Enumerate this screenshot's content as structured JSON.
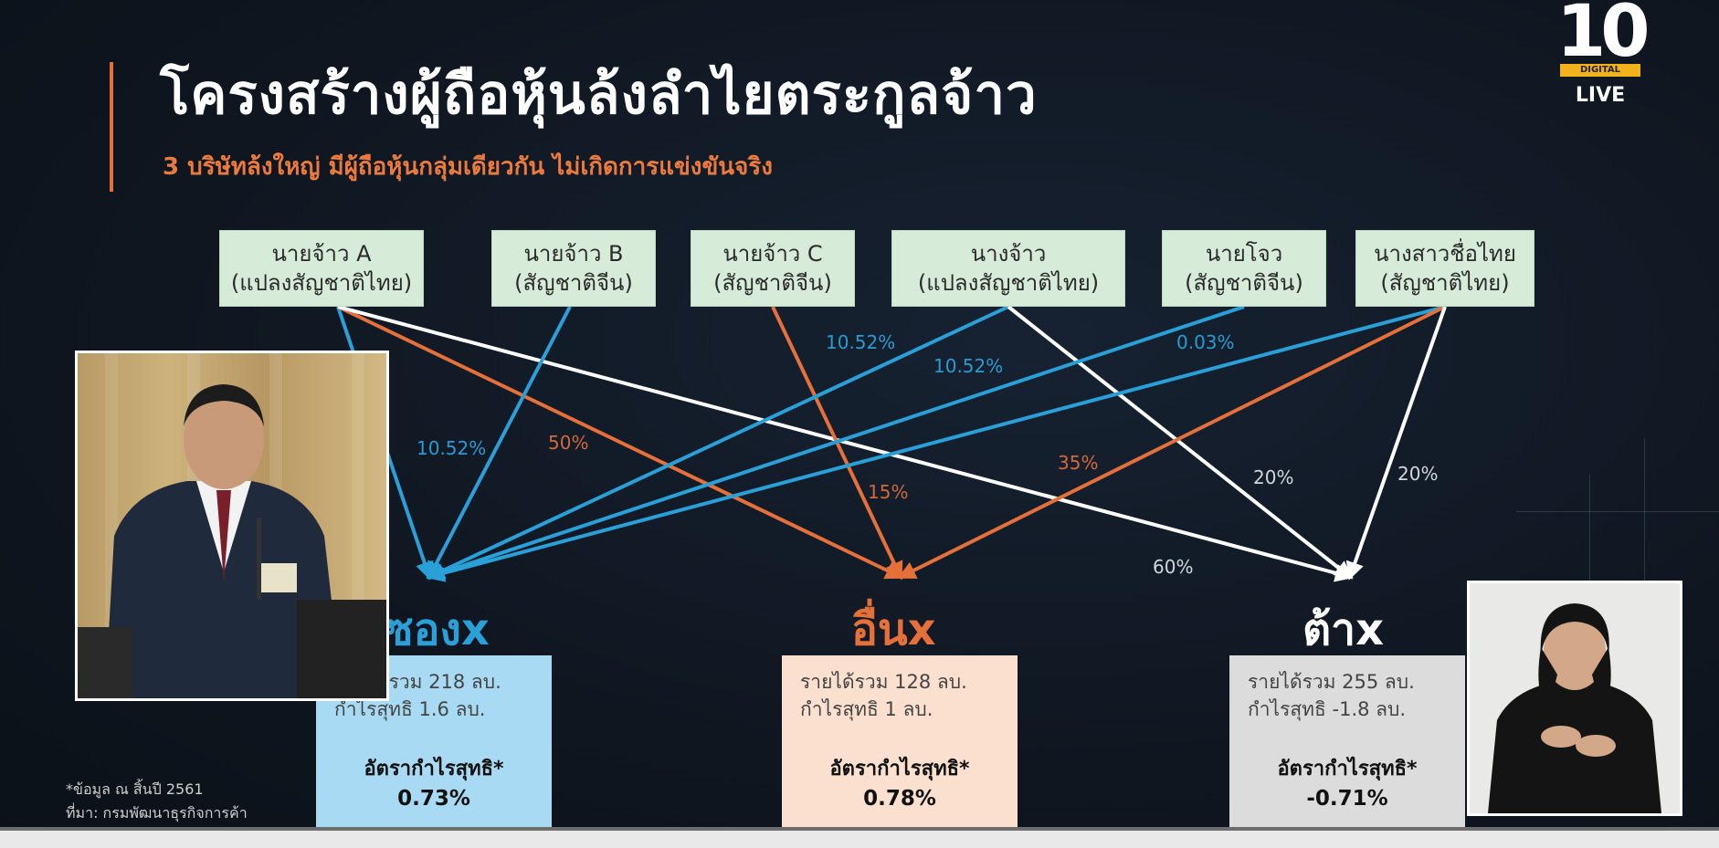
{
  "title": "โครงสร้างผู้ถือหุ้นล้งลำไยตระกูลจ้าว",
  "subtitle": "3 บริษัทล้งใหญ่ มีผู้ถือหุ้นกลุ่มเดียวกัน ไม่เกิดการแข่งขันจริง",
  "colors": {
    "accent": "#e5703a",
    "blue": "#2aa0d8",
    "orange": "#e5703a",
    "white": "#ffffff"
  },
  "shareholders": [
    {
      "name": "นายจ้าว A",
      "nationality": "(แปลงสัญชาติไทย)"
    },
    {
      "name": "นายจ้าว B",
      "nationality": "(สัญชาติจีน)"
    },
    {
      "name": "นายจ้าว C",
      "nationality": "(สัญชาติจีน)"
    },
    {
      "name": "นางจ้าว",
      "nationality": "(แปลงสัญชาติไทย)"
    },
    {
      "name": "นายโจว",
      "nationality": "(สัญชาติจีน)"
    },
    {
      "name": "นางสาวชื่อไทย",
      "nationality": "(สัญชาติไทย)"
    }
  ],
  "companies": [
    {
      "name": "ซองx",
      "color": "#2aa0d8",
      "revenue": "รายได้รวม 218 ลบ.",
      "profit": "กำไรสุทธิ 1.6 ลบ.",
      "rate_label": "อัตรากำไรสุทธิ*",
      "rate_value": "0.73%",
      "box_color": "#a8daf4"
    },
    {
      "name": "อื่นx",
      "color": "#e5703a",
      "revenue": "รายได้รวม 128 ลบ.",
      "profit": "กำไรสุทธิ 1 ลบ.",
      "rate_label": "อัตรากำไรสุทธิ*",
      "rate_value": "0.78%",
      "box_color": "#fbe0cf"
    },
    {
      "name": "ต้าx",
      "color": "#ffffff",
      "revenue": "รายได้รวม 255 ลบ.",
      "profit": "กำไรสุทธิ -1.8 ลบ.",
      "rate_label": "อัตรากำไรสุทธิ*",
      "rate_value": "-0.71%",
      "box_color": "#dcdcdc"
    }
  ],
  "links": [
    {
      "from": 0,
      "to": 0,
      "color": "blue",
      "label": ""
    },
    {
      "from": 0,
      "to": 1,
      "color": "orange",
      "label": "50%"
    },
    {
      "from": 0,
      "to": 2,
      "color": "white",
      "label": "60%"
    },
    {
      "from": 1,
      "to": 0,
      "color": "blue",
      "label": "10.52%"
    },
    {
      "from": 2,
      "to": 1,
      "color": "orange",
      "label": "15%"
    },
    {
      "from": 3,
      "to": 0,
      "color": "blue",
      "label": "10.52%"
    },
    {
      "from": 3,
      "to": 2,
      "color": "white",
      "label": "20%"
    },
    {
      "from": 4,
      "to": 0,
      "color": "blue",
      "label": "10.52%"
    },
    {
      "from": 5,
      "to": 0,
      "color": "blue",
      "label": "0.03%"
    },
    {
      "from": 5,
      "to": 1,
      "color": "orange",
      "label": "35%"
    },
    {
      "from": 5,
      "to": 2,
      "color": "white",
      "label": "20%"
    }
  ],
  "footnote": {
    "line1": "*ข้อมูล ณ สิ้นปี 2561",
    "line2": "ที่มา: กรมพัฒนาธุรกิจการค้า"
  },
  "channel": {
    "number": "10",
    "strip": "DIGITAL",
    "live": "LIVE"
  }
}
